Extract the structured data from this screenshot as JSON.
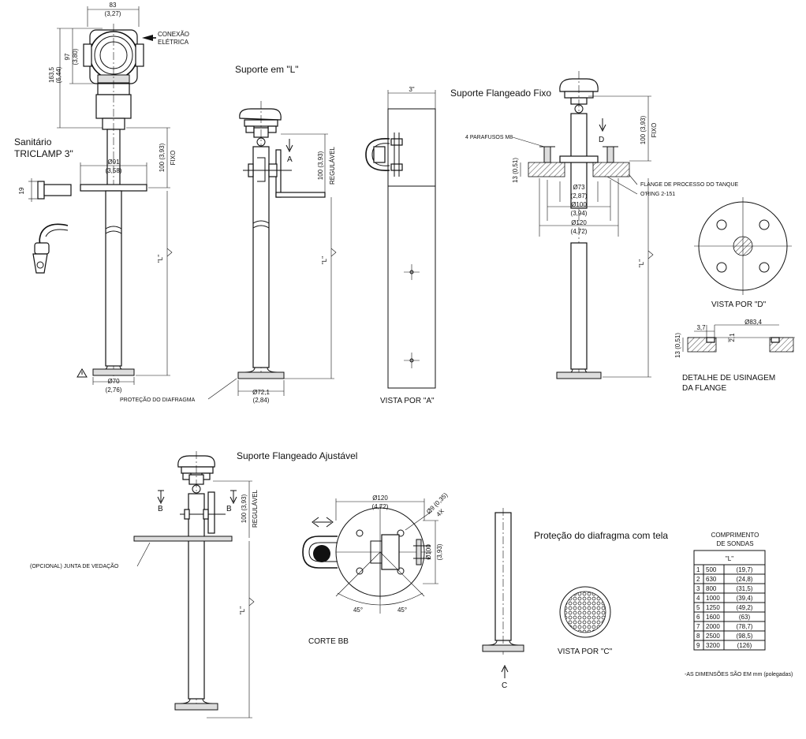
{
  "labels": {
    "dim_83": "83",
    "dim_83_in": "(3,27)",
    "conexao_1": "CONEXÃO",
    "conexao_2": "ELÉTRICA",
    "dim_163": "163,5",
    "dim_163_in": "(6,44)",
    "dim_97": "97",
    "dim_97_in": "(3,80)",
    "sanitario_1": "Sanitário",
    "sanitario_2": "TRICLAMP 3\"",
    "d91": "Ø91",
    "d91_in": "(3,58)",
    "dim_100_a": "100 (3,93)",
    "fixo_a": "FIXO",
    "dim_19": "19",
    "L_1": "\"L\"",
    "d70": "Ø70",
    "d70_in": "(2,76)",
    "suporte_L": "Suporte em \"L\"",
    "A_letter": "A",
    "dim_100_b": "100 (3,93)",
    "regulavel_b": "REGULÁVEL",
    "L_2": "\"L\"",
    "protecao": "PROTEÇÃO DO DIAFRAGMA",
    "d72": "Ø72,1",
    "d72_in": "(2,84)",
    "dim_3in": "3\"",
    "vista_A": "VISTA POR \"A\"",
    "suporte_fixo": "Suporte Flangeado Fixo",
    "parafusos": "4 PARAFUSOS M8",
    "D_letter": "D",
    "dim_100_c": "100 (3,93)",
    "fixo_c": "FIXO",
    "dim_13": "13 (0,51)",
    "flange_tanque": "FLANGE DE PROCESSO DO TANQUE",
    "oring": "O'RING 2-151",
    "d73": "Ø73",
    "d73_in": "(2,87)",
    "d100": "Ø100",
    "d100_in": "(3,94)",
    "d120": "Ø120",
    "d120_in": "(4,72)",
    "L_3": "\"L\"",
    "vista_D": "VISTA POR \"D\"",
    "dim_37": "3,7",
    "d834": "Ø83,4",
    "dim_21": "2,1",
    "dim_13b": "13 (0,51)",
    "detalhe_1": "DETALHE DE USINAGEM",
    "detalhe_2": "DA FLANGE",
    "suporte_ajust": "Suporte Flangeado Ajustável",
    "B_left": "B",
    "B_right": "B",
    "dim_100_d": "100 (3,93)",
    "regulavel_d": "REGULÁVEL",
    "opcional": "(OPCIONAL)  JUNTA DE VEDAÇÃO",
    "L_4": "\"L\"",
    "d120b": "Ø120",
    "d120b_in": "(4,72)",
    "d9": "Ø9 (0,35)",
    "x4": "4X",
    "d100b": "Ø100",
    "d100b_in": "(3,93)",
    "ang45a": "45°",
    "ang45b": "45°",
    "corte": "CORTE BB",
    "protecao_tela": "Proteção do diafragma com tela",
    "C_letter": "C",
    "vista_C": "VISTA POR \"C\"",
    "comp_1": "COMPRIMENTO",
    "comp_2": "DE SONDAS",
    "note": "-AS DIMENSÕES SÃO EM mm (polegadas)"
  },
  "table": {
    "header": "\"L\"",
    "rows": [
      {
        "n": "1",
        "mm": "500",
        "in": "(19,7)"
      },
      {
        "n": "2",
        "mm": "630",
        "in": "(24,8)"
      },
      {
        "n": "3",
        "mm": "800",
        "in": "(31,5)"
      },
      {
        "n": "4",
        "mm": "1000",
        "in": "(39,4)"
      },
      {
        "n": "5",
        "mm": "1250",
        "in": "(49,2)"
      },
      {
        "n": "6",
        "mm": "1600",
        "in": "(63)"
      },
      {
        "n": "7",
        "mm": "2000",
        "in": "(78,7)"
      },
      {
        "n": "8",
        "mm": "2500",
        "in": "(98,5)"
      },
      {
        "n": "9",
        "mm": "3200",
        "in": "(126)"
      }
    ]
  },
  "icons": {
    "arrow": "arrow-left-icon",
    "warning": "warning-triangle-icon",
    "double_arrow": "double-arrow-icon"
  }
}
